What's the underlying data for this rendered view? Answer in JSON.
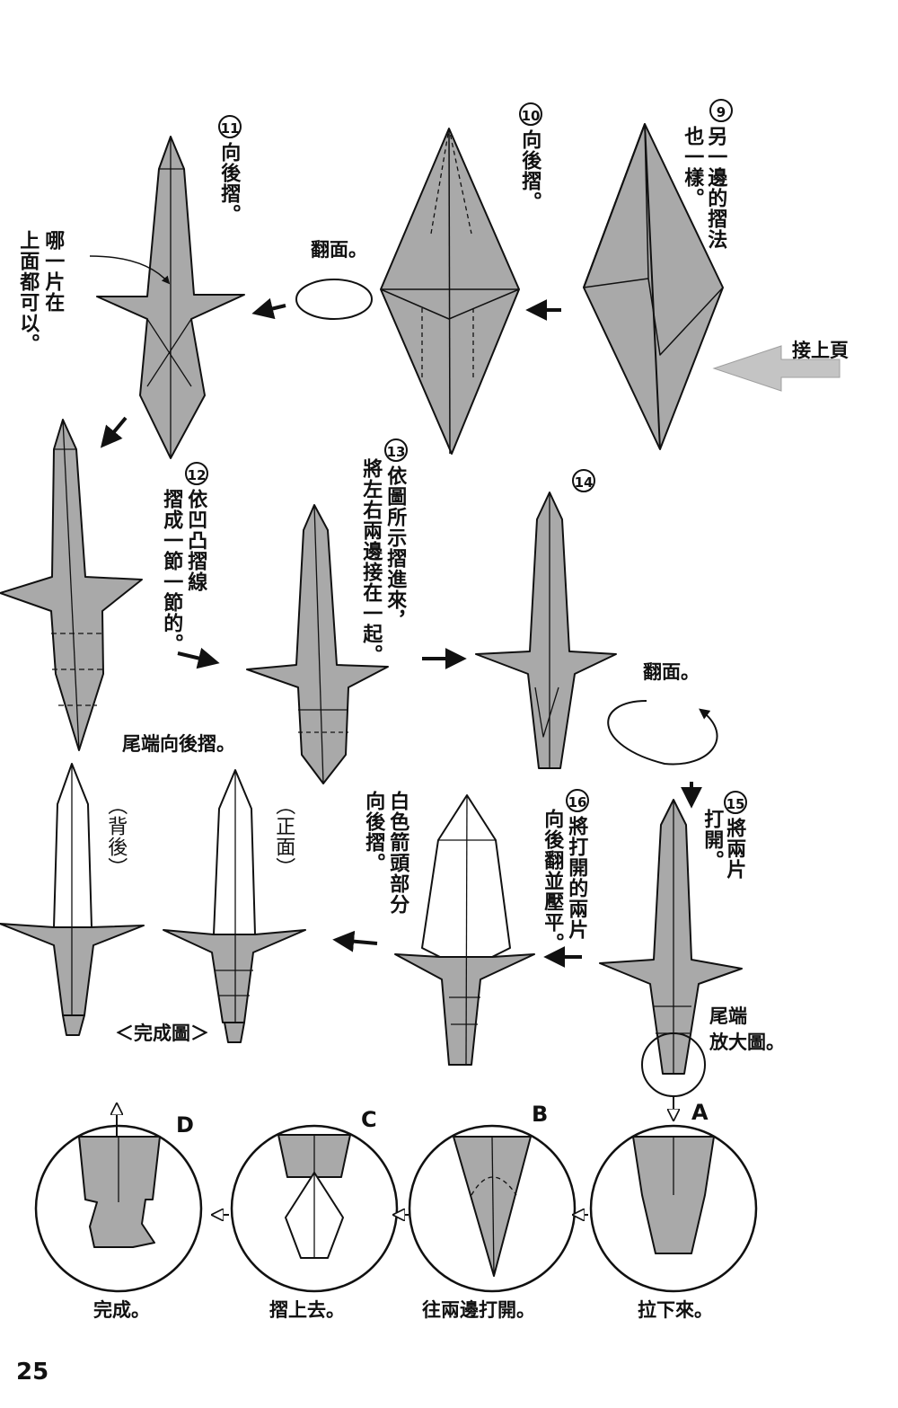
{
  "page_number": "25",
  "colors": {
    "paper": "#a9a9a9",
    "line": "#111111",
    "white_side": "#ffffff",
    "continue_arrow": "#c4c4c4"
  },
  "continue_label": "接上頁",
  "steps": {
    "s9": {
      "num": "9",
      "text": "另一邊的摺法",
      "text2": "也一樣。"
    },
    "s10": {
      "num": "10",
      "text": "向後摺。"
    },
    "s11": {
      "num": "11",
      "text": "向後摺。"
    },
    "s12": {
      "num": "12",
      "text": "依凹凸摺線",
      "text2": "摺成一節一節的。"
    },
    "s13": {
      "num": "13",
      "text": "依圖所示摺進來，",
      "text2": "將左右兩邊接在一起。"
    },
    "s14": {
      "num": "14"
    },
    "s15": {
      "num": "15",
      "text": "將兩片",
      "text2": "打開。"
    },
    "s16": {
      "num": "16",
      "text": "將打開的兩片",
      "text2": "向後翻並壓平。"
    }
  },
  "notes": {
    "flip1": "翻面。",
    "flip2": "翻面。",
    "either_piece_1": "哪一片在",
    "either_piece_2": "上面都可以。",
    "tail_back": "尾端向後摺。",
    "white_arrow_1": "白色箭頭部分",
    "white_arrow_2": "向後摺。",
    "back_label": "（背後）",
    "front_label": "（正面）",
    "complete_label": "＜完成圖＞",
    "tail_zoom_1": "尾端",
    "tail_zoom_2": "放大圖。"
  },
  "detail_steps": [
    {
      "letter": "A",
      "caption": "拉下來。"
    },
    {
      "letter": "B",
      "caption": "往兩邊打開。"
    },
    {
      "letter": "C",
      "caption": "摺上去。"
    },
    {
      "letter": "D",
      "caption": "完成。"
    }
  ]
}
